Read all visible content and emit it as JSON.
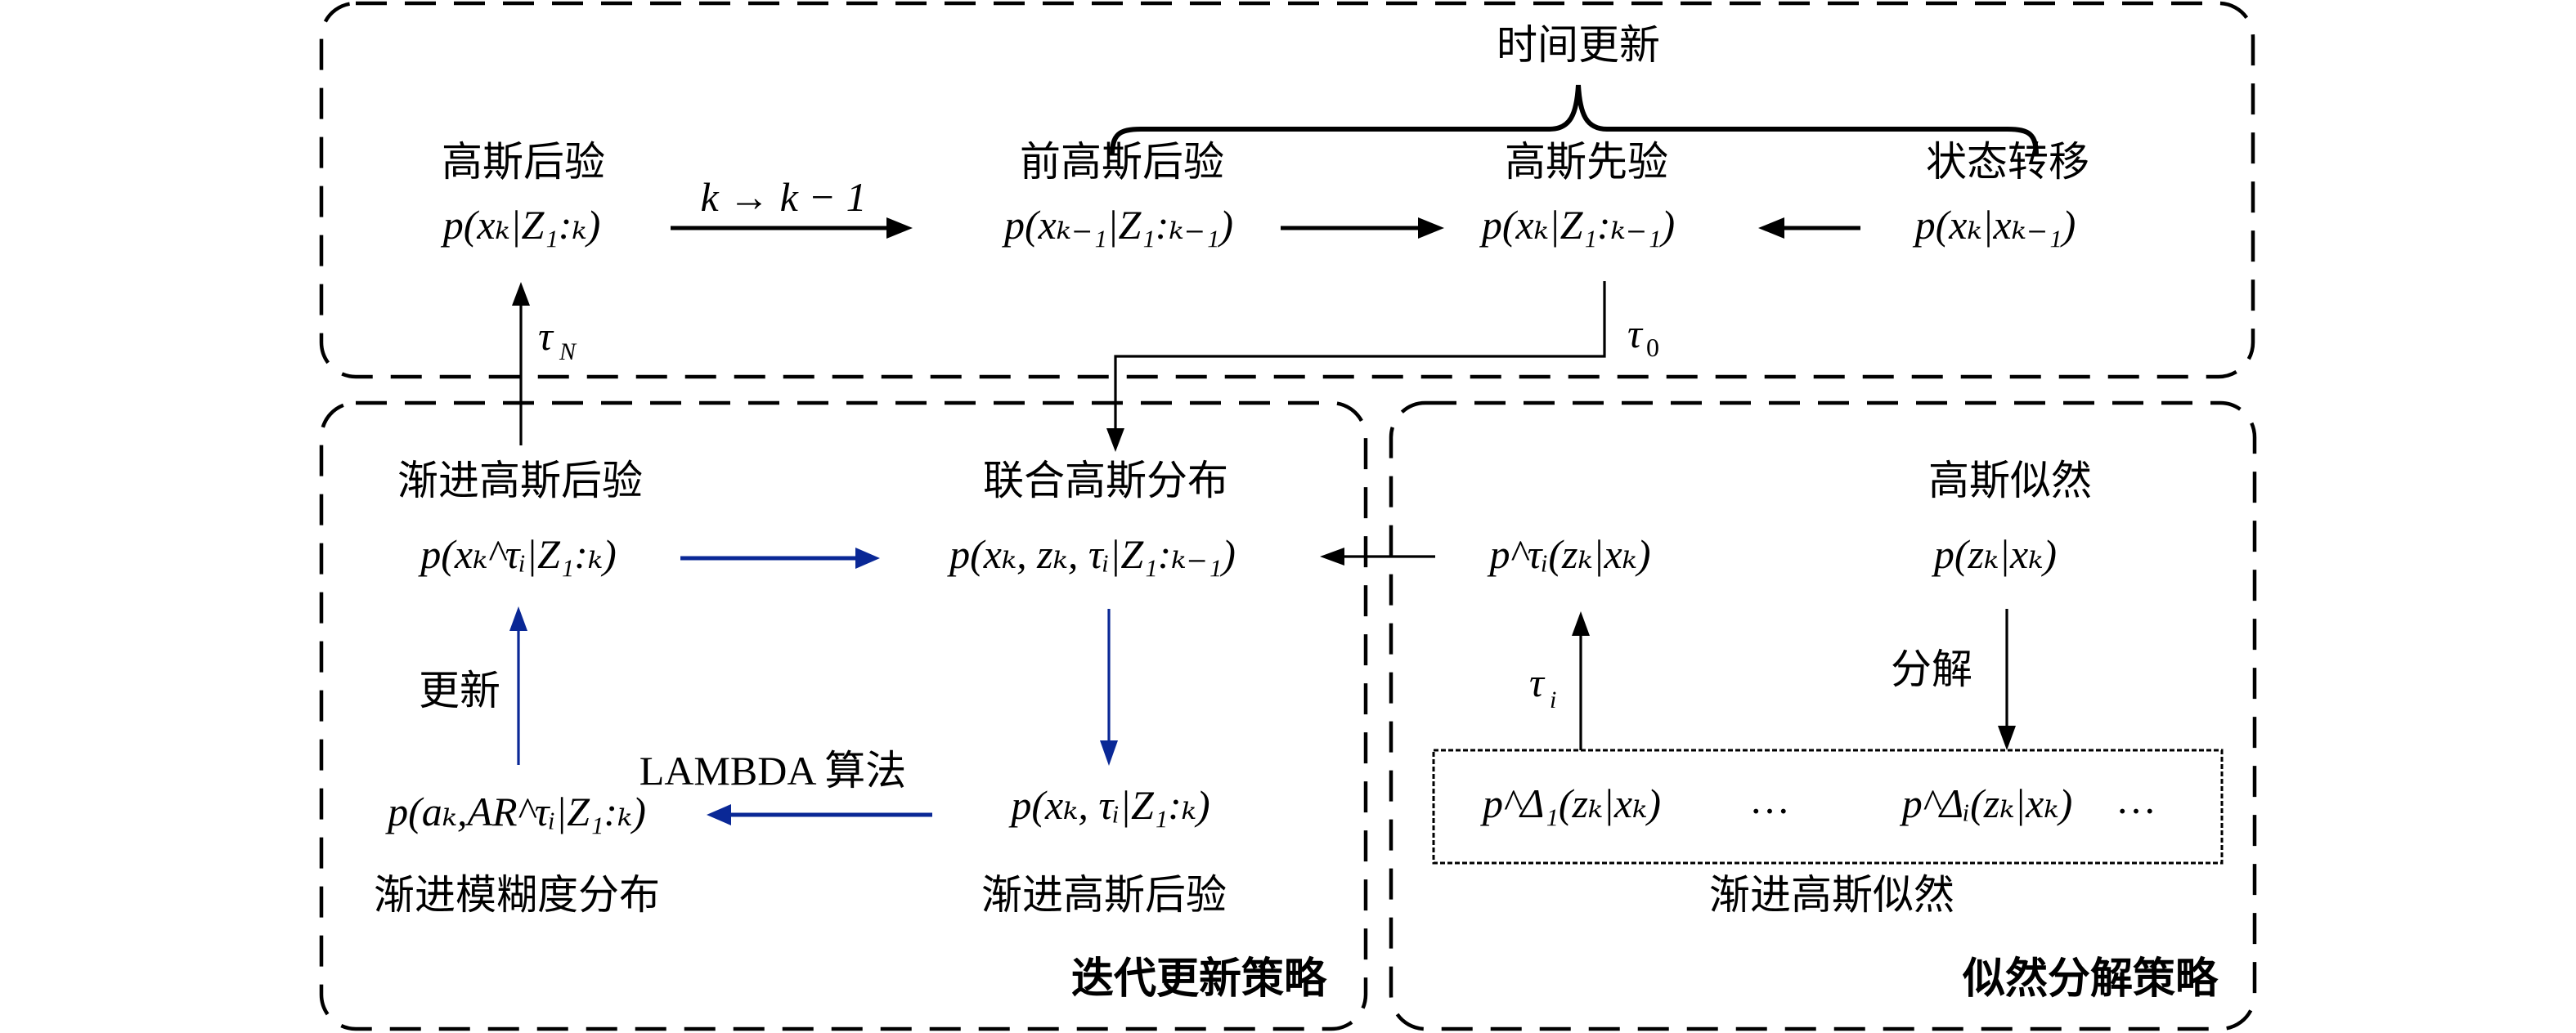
{
  "colors": {
    "line": "#000000",
    "accent_blue": "#0a2896",
    "background": "#ffffff"
  },
  "top_panel": {
    "brace_label": "时间更新",
    "nodes": {
      "gauss_posterior": {
        "title": "高斯后验",
        "formula": "p(xₖ|Z₁:ₖ)"
      },
      "prev_gauss_posterior": {
        "title": "前高斯后验",
        "formula": "p(xₖ₋₁|Z₁:ₖ₋₁)"
      },
      "gauss_prior": {
        "title": "高斯先验",
        "formula": "p(xₖ|Z₁:ₖ₋₁)"
      },
      "state_transition": {
        "title": "状态转移",
        "formula": "p(xₖ|xₖ₋₁)"
      }
    },
    "edge_labels": {
      "k_shift": "k → k − 1",
      "tau_N": "τ",
      "tau_N_sub": "N",
      "tau_0": "τ",
      "tau_0_sub": "0"
    }
  },
  "iterative_panel": {
    "strategy_label": "迭代更新策略",
    "nodes": {
      "progressive_posterior_top": {
        "title": "渐进高斯后验",
        "formula": "p(xₖ^τᵢ|Z₁:ₖ)"
      },
      "joint_gauss": {
        "title": "联合高斯分布",
        "formula": "p(xₖ, zₖ, τᵢ|Z₁:ₖ₋₁)"
      },
      "ambiguity_dist": {
        "title": "渐进模糊度分布",
        "formula": "p(aₖ,AR^τᵢ|Z₁:ₖ)"
      },
      "progressive_posterior_bottom": {
        "title": "渐进高斯后验",
        "formula": "p(xₖ, τᵢ|Z₁:ₖ)"
      }
    },
    "edge_labels": {
      "update": "更新",
      "lambda": "LAMBDA 算法"
    }
  },
  "likelihood_panel": {
    "strategy_label": "似然分解策略",
    "nodes": {
      "gauss_likelihood": {
        "title": "高斯似然",
        "formula": "p(zₖ|xₖ)"
      },
      "tau_likelihood": {
        "formula": "p^τᵢ(zₖ|xₖ)"
      }
    },
    "group": {
      "title": "渐进高斯似然",
      "items": [
        "p^Δ₁(zₖ|xₖ)",
        "…",
        "p^Δᵢ(zₖ|xₖ)",
        "…"
      ]
    },
    "edge_labels": {
      "decompose": "分解",
      "tau_i": "τ",
      "tau_i_sub": "i"
    }
  }
}
